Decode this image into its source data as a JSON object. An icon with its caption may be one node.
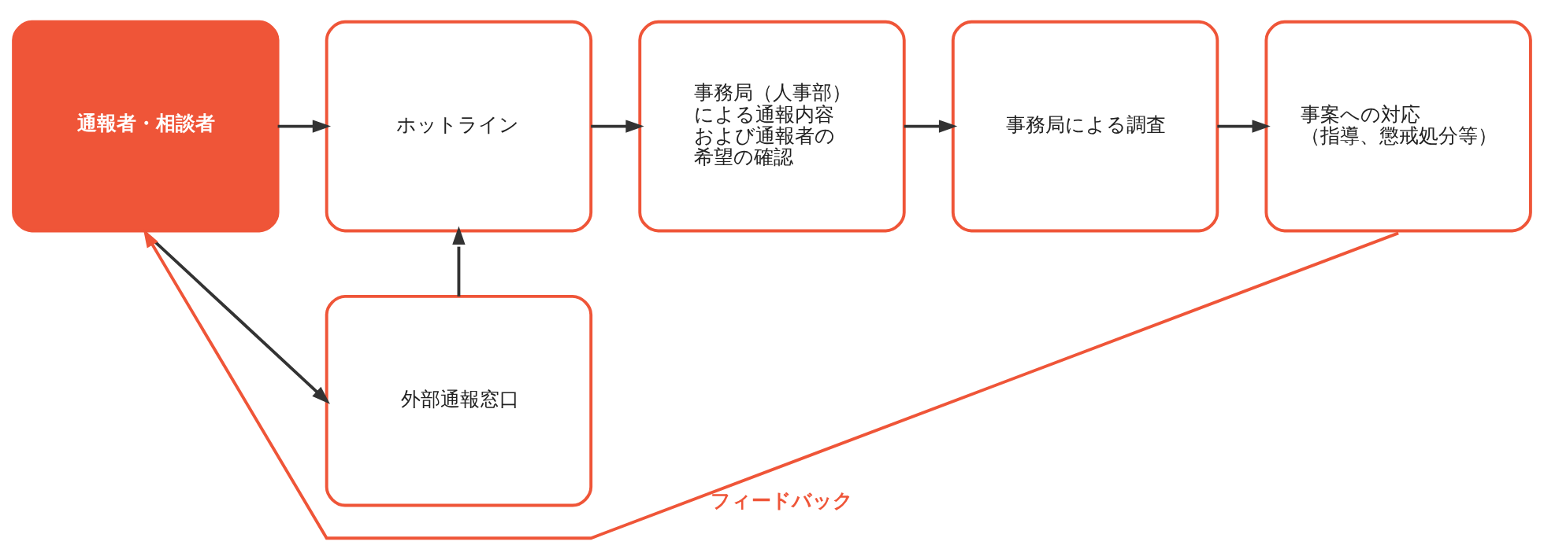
{
  "diagram": {
    "nodes": [
      {
        "text": [
          "通報者・相談者"
        ]
      },
      {
        "text": [
          "ホットライン"
        ]
      },
      {
        "text": [
          "事務局（人事部）による通報内容および通報者の希望の確認"
        ]
      },
      {
        "text": [
          "事務局による調査"
        ]
      },
      {
        "text": [
          "事案への対応（指導、懲戒処分等）"
        ]
      },
      {
        "text": [
          "外部通報窓口"
        ]
      }
    ],
    "edges": [
      {
        "from": 0,
        "to": 1,
        "arrow": "to"
      },
      {
        "from": 1,
        "to": 2,
        "arrow": "to"
      },
      {
        "from": 2,
        "to": 3,
        "arrow": "to"
      },
      {
        "from": 3,
        "to": 4,
        "arrow": "to"
      },
      {
        "from": 0,
        "to": 5,
        "arrow": "to"
      },
      {
        "from": 5,
        "to": 1,
        "arrow": "to"
      },
      {
        "from": 4,
        "to": 0,
        "arrow": "to",
        "label": "フィードバック",
        "color": "#ef5538"
      }
    ]
  }
}
